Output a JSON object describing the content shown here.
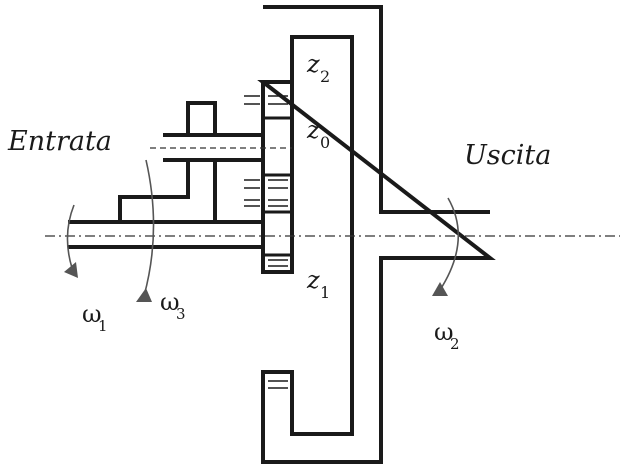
{
  "labels": {
    "input": "Entrata",
    "output": "Uscita",
    "gear_z2": "z",
    "gear_z2_sub": "2",
    "gear_z0": "z",
    "gear_z0_sub": "0",
    "gear_z1": "z",
    "gear_z1_sub": "1",
    "omega1": "ω",
    "omega1_sub": "1",
    "omega3": "ω",
    "omega3_sub": "3",
    "omega2": "ω",
    "omega2_sub": "2"
  },
  "colors": {
    "stroke": "#1a1a1a",
    "fill": "#ffffff",
    "axis": "#333333"
  }
}
